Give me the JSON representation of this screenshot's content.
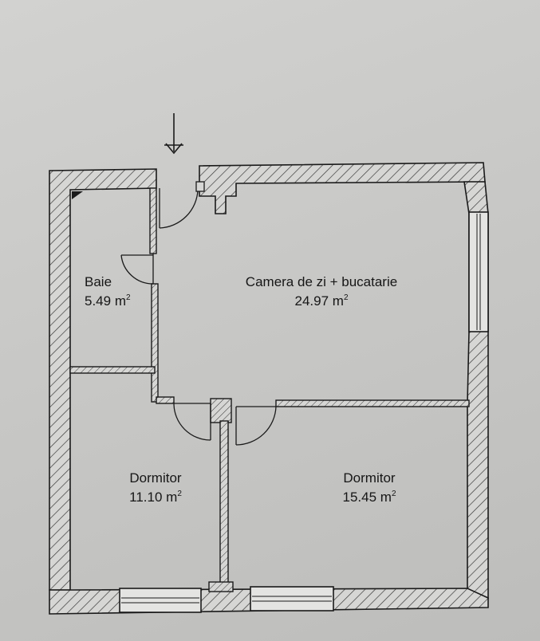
{
  "floor_plan": {
    "rooms": [
      {
        "id": "baie",
        "name": "Baie",
        "area_value": "5.49",
        "area_unit": "m",
        "area_exp": "2"
      },
      {
        "id": "living",
        "name": "Camera de zi + bucatarie",
        "area_value": "24.97",
        "area_unit": "m",
        "area_exp": "2"
      },
      {
        "id": "dorm1",
        "name": "Dormitor",
        "area_value": "11.10",
        "area_unit": "m",
        "area_exp": "2"
      },
      {
        "id": "dorm2",
        "name": "Dormitor",
        "area_value": "15.45",
        "area_unit": "m",
        "area_exp": "2"
      }
    ],
    "entrance_icon": "down-arrow-icon",
    "colors": {
      "paper": "#c8c8c6",
      "ink": "#1a1a1a",
      "hatch": "#3a3a3a"
    }
  }
}
